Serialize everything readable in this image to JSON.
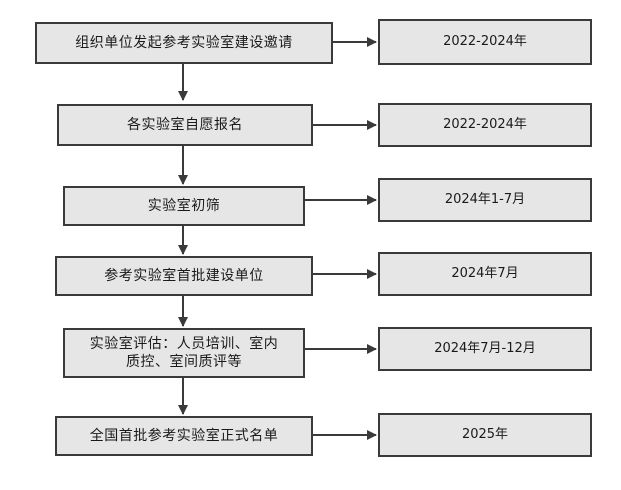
{
  "steps": [
    {
      "label": "组织单位发起参考实验室建设邀请",
      "period": "2022-2024年"
    },
    {
      "label": "各实验室自愿报名",
      "period": "2022-2024年"
    },
    {
      "label": "实验室初筛",
      "period": "2024年1-7月"
    },
    {
      "label": "参考实验室首批建设单位",
      "period": "2024年7月"
    },
    {
      "label": "实验室评估：人员培训、室内\n质控、室间质评等",
      "period": "2024年7月-12月"
    },
    {
      "label": "全国首批参考实验室正式名单",
      "period": "2025年"
    }
  ]
}
